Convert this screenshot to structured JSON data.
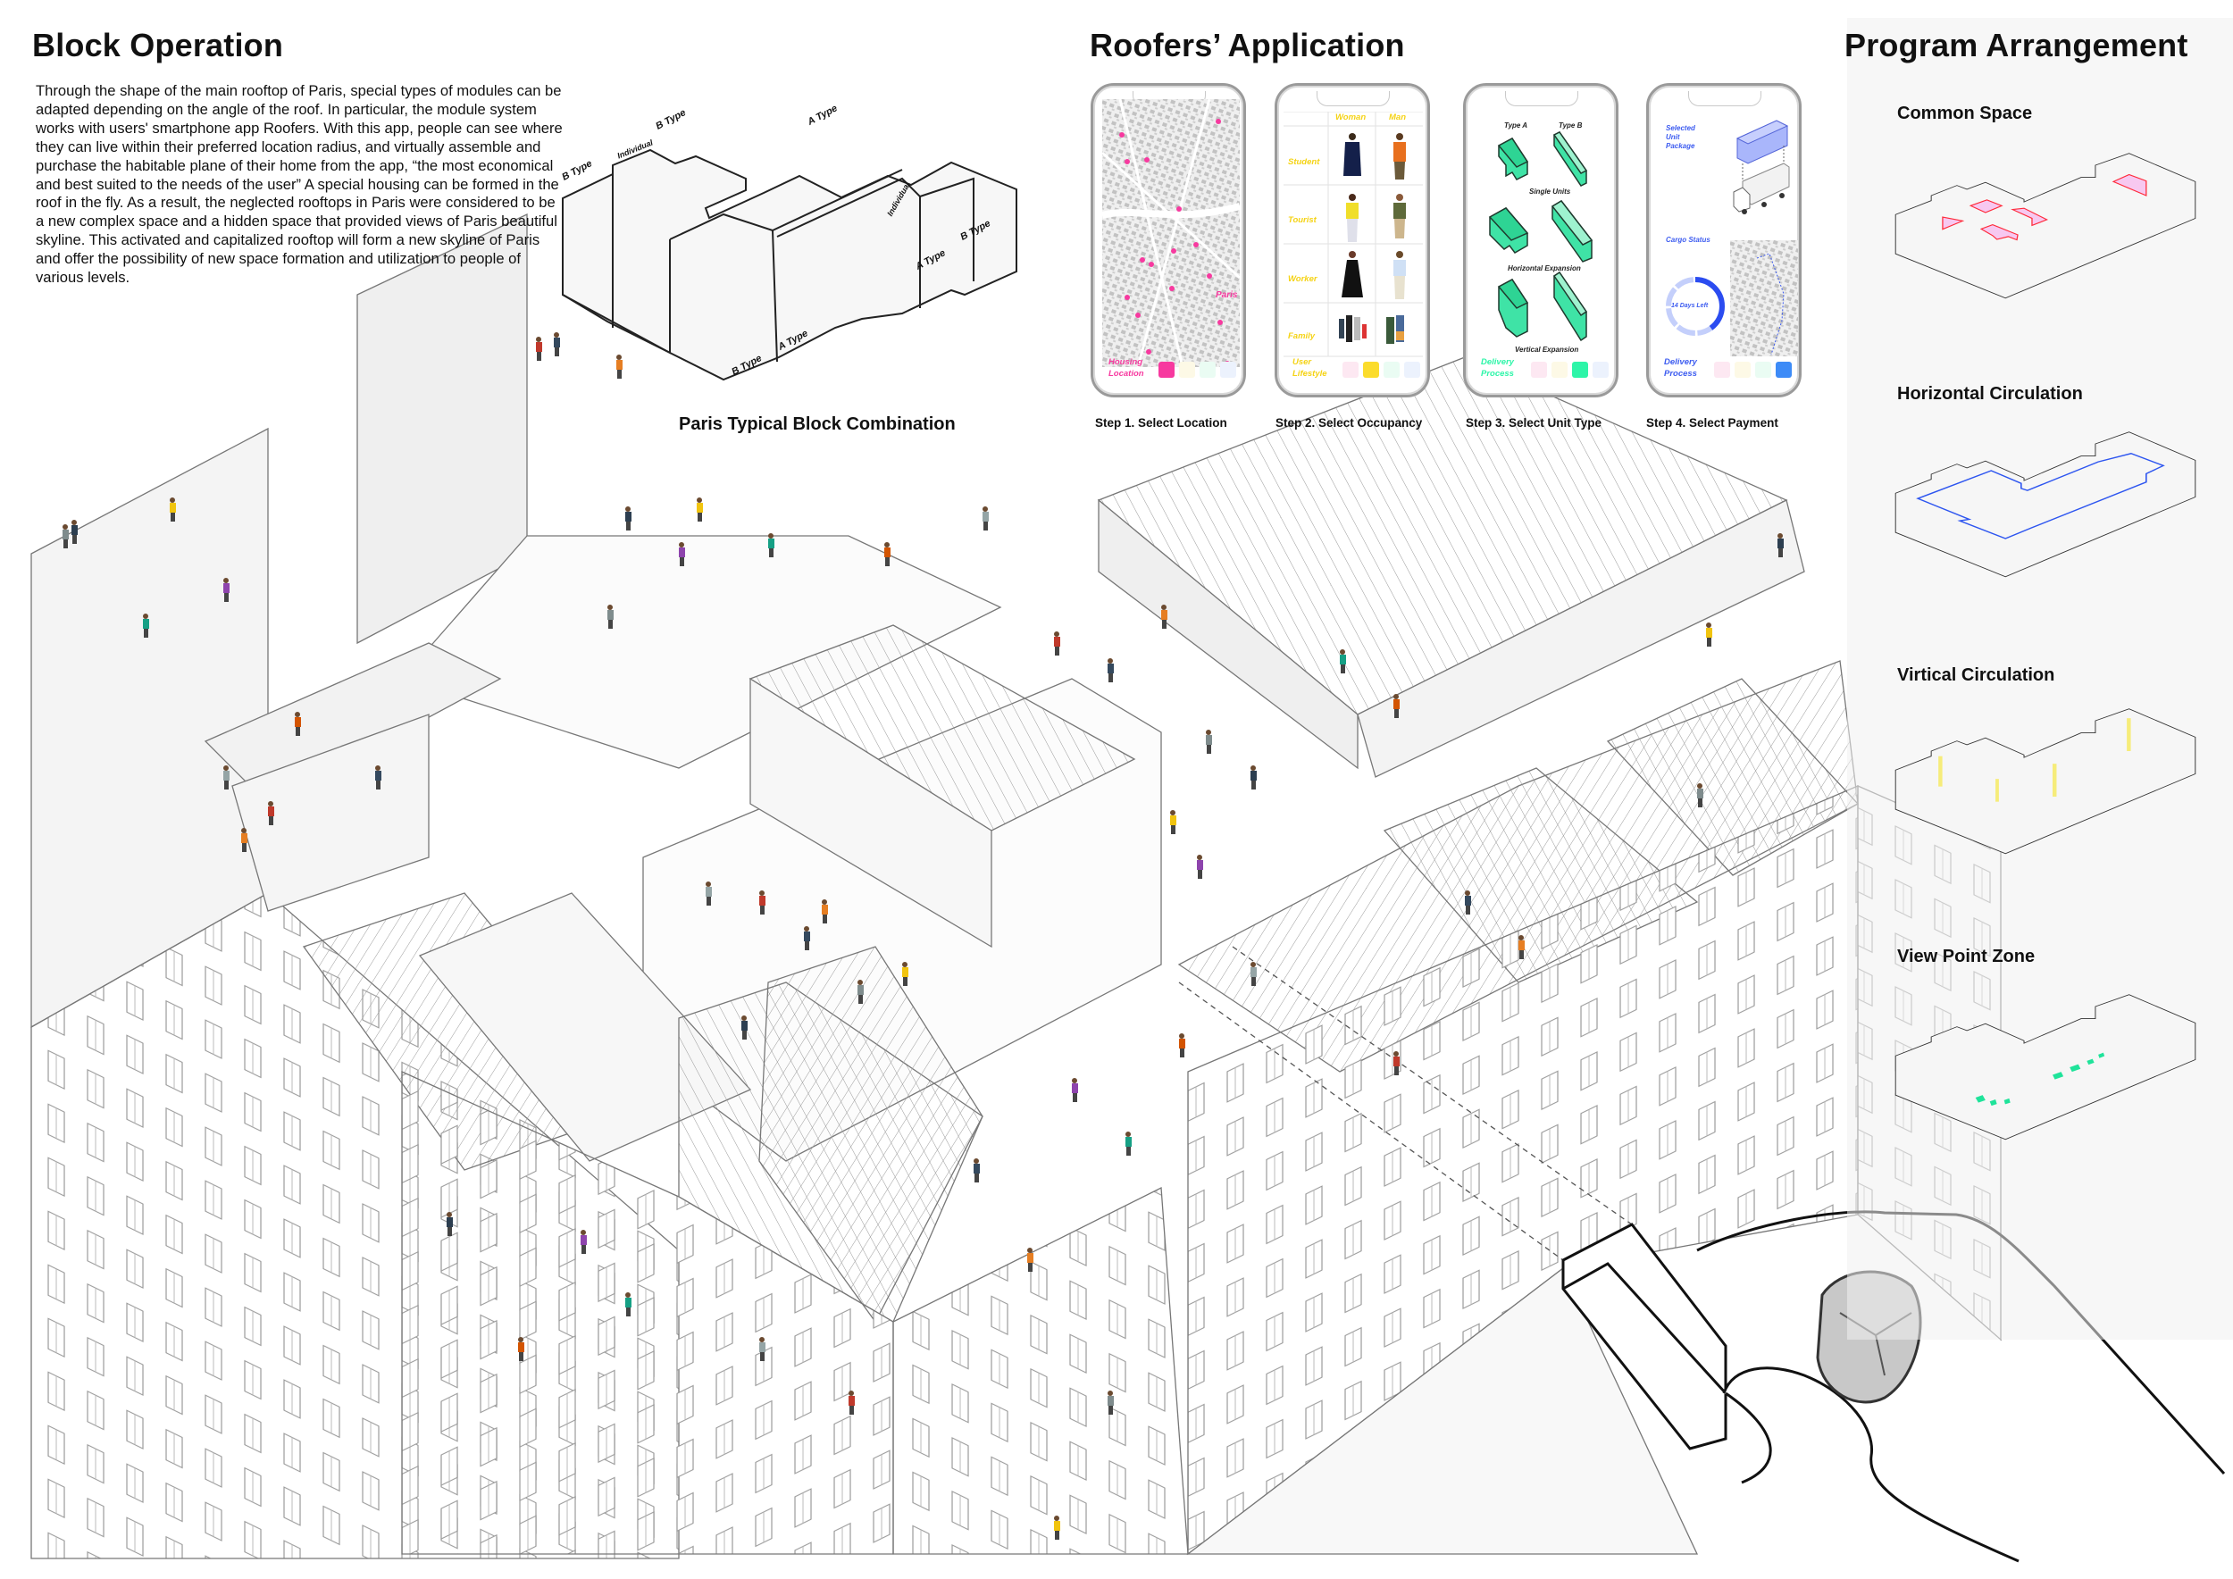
{
  "block_operation": {
    "title": "Block Operation",
    "description": "Through the shape of the main rooftop of Paris, special types of modules can be adapted depending on the angle of the roof. In particular, the module system works with users' smartphone app Roofers. With this app, people can see where they can live within their preferred location radius, and virtually assemble and purchase the habitable plane of their home from the app, “the most economical and best suited to the needs of the user” A special housing can be formed in the roof in the fly. As a result, the neglected rooftops in Paris were considered to be a new complex space and a hidden space that provided views of Paris beautiful skyline. This activated and capitalized rooftop will form a new skyline of Paris and offer the possibility of new space formation and utilization to people of various levels."
  },
  "block_combination": {
    "title": "Paris Typical Block Combination",
    "labels": [
      "B Type",
      "Individual",
      "B Type",
      "A Type",
      "Individual",
      "A Type",
      "B Type",
      "A Type",
      "B Type"
    ]
  },
  "roofers_app": {
    "title": "Roofers’ Application",
    "steps": [
      {
        "label": "Step 1. Select Location",
        "map_label": "Paris",
        "legend": "Housing\nLocation",
        "legend_lines": [
          "Housing",
          "Location"
        ],
        "active_color": "#f7399f"
      },
      {
        "label": "Step 2. Select Occupancy",
        "columns": [
          "Woman",
          "Man"
        ],
        "rows": [
          "Student",
          "Tourist",
          "Worker",
          "Family"
        ],
        "legend_lines": [
          "User",
          "Lifestyle"
        ],
        "active_color": "#fbdc2c"
      },
      {
        "label": "Step 3. Select Unit Type",
        "type_a": "Type A",
        "type_b": "Type B",
        "captions": [
          "Single Units",
          "Horizontal  Expansion",
          "Vertical  Expansion"
        ],
        "legend_lines": [
          "Delivery",
          "Process"
        ],
        "active_color": "#2df5a8"
      },
      {
        "label": "Step 4. Select Payment",
        "package_lines": [
          "Selected",
          "Unit",
          "Package"
        ],
        "cargo_status": "Cargo Status",
        "days_left": "14 Days Left",
        "progress_fraction": 0.4,
        "legend_lines": [
          "Delivery",
          "Process"
        ],
        "active_color": "#3d8bf7"
      }
    ]
  },
  "program_arrangement": {
    "title": "Program Arrangement",
    "sections": [
      {
        "label": "Common Space",
        "color": "#ff2a3a"
      },
      {
        "label": "Horizontal Circulation",
        "color": "#2d55f0"
      },
      {
        "label": "Virtical Circulation",
        "color": "#f2e45a"
      },
      {
        "label": "View Point Zone",
        "color": "#1fe39a"
      }
    ]
  }
}
